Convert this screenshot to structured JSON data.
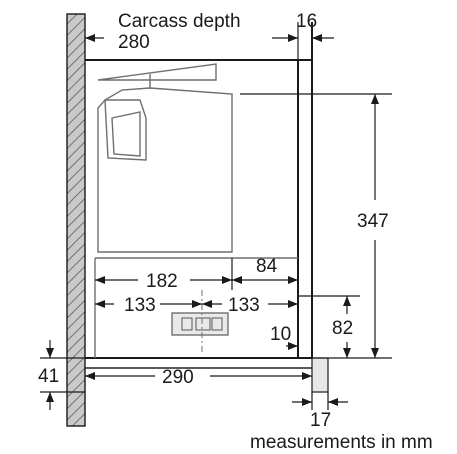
{
  "diagram": {
    "labels": {
      "carcass_depth_title": "Carcass depth",
      "carcass_depth": "280",
      "panel_thickness": "16",
      "height_total": "347",
      "width_upper": "182",
      "depth_front": "84",
      "offset_left": "133",
      "offset_right": "133",
      "height_outlet": "82",
      "gap": "10",
      "bottom_thickness": "41",
      "bottom_depth": "290",
      "front_panel": "17",
      "units_note": "measurements in mm"
    }
  }
}
